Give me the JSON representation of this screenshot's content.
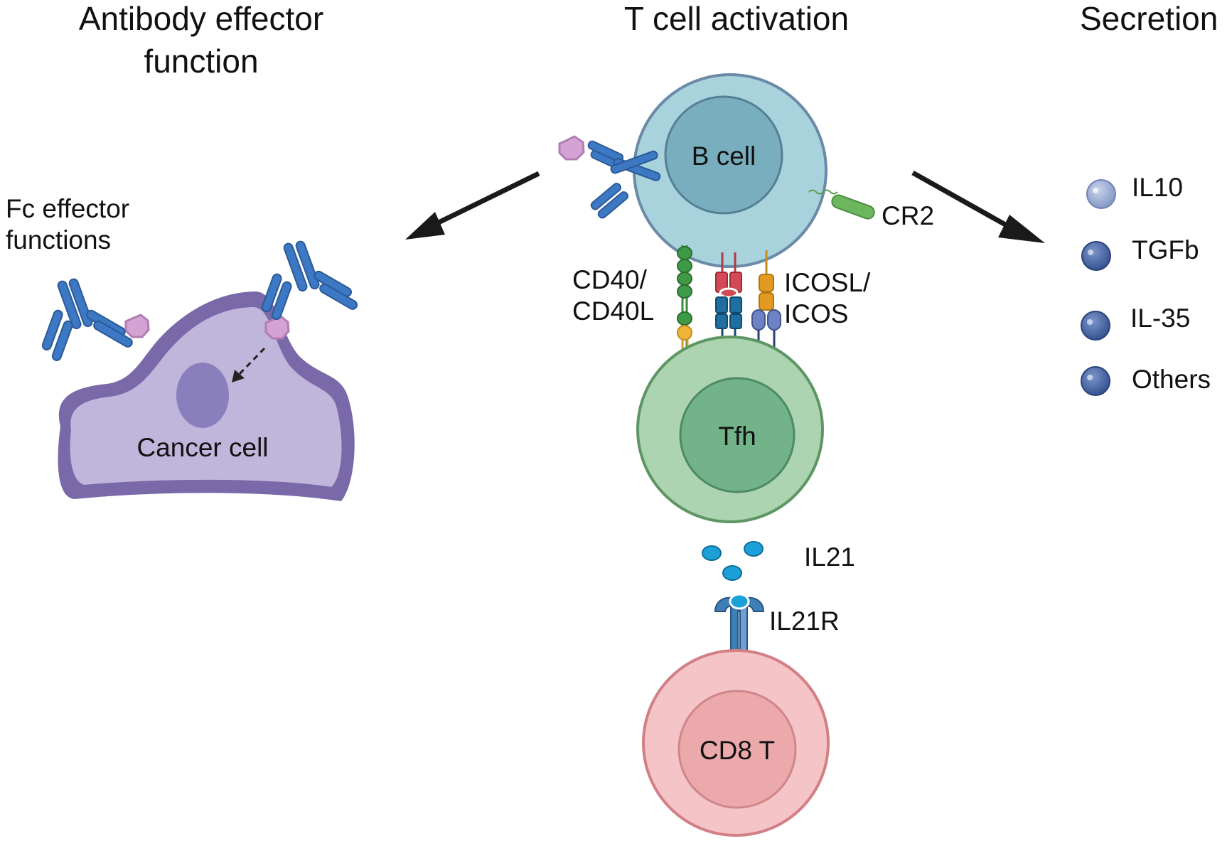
{
  "headings": {
    "antibody_line1": "Antibody effector",
    "antibody_line2": "function",
    "tcell": "T cell activation",
    "secretion": "Secretion"
  },
  "labels": {
    "fc_line1": "Fc effector",
    "fc_line2": "functions",
    "cancer_cell": "Cancer cell",
    "b_cell": "B cell",
    "cr2": "CR2",
    "cd40_line1": "CD40/",
    "cd40_line2": "CD40L",
    "icos_line1": "ICOSL/",
    "icos_line2": "ICOS",
    "tfh": "Tfh",
    "il21": "IL21",
    "il21r": "IL21R",
    "cd8": "CD8 T"
  },
  "secretion_items": [
    {
      "label": "IL10",
      "color": "#8fa3cf"
    },
    {
      "label": "TGFb",
      "color": "#3f5f9e"
    },
    {
      "label": "IL-35",
      "color": "#3f5f9e"
    },
    {
      "label": "Others",
      "color": "#3f5f9e"
    }
  ],
  "colors": {
    "b_cell_outer": "#a8d3dc",
    "b_cell_inner": "#78aebd",
    "tfh_outer": "#acd4b0",
    "tfh_inner": "#72b38a",
    "cd8_outer": "#f5c4c7",
    "cd8_inner": "#eba9ac",
    "cancer_cell": "#c0b5da",
    "cancer_membrane": "#7a69a8",
    "antibody": "#3d78c4",
    "antigen": "#d3a4d3"
  }
}
